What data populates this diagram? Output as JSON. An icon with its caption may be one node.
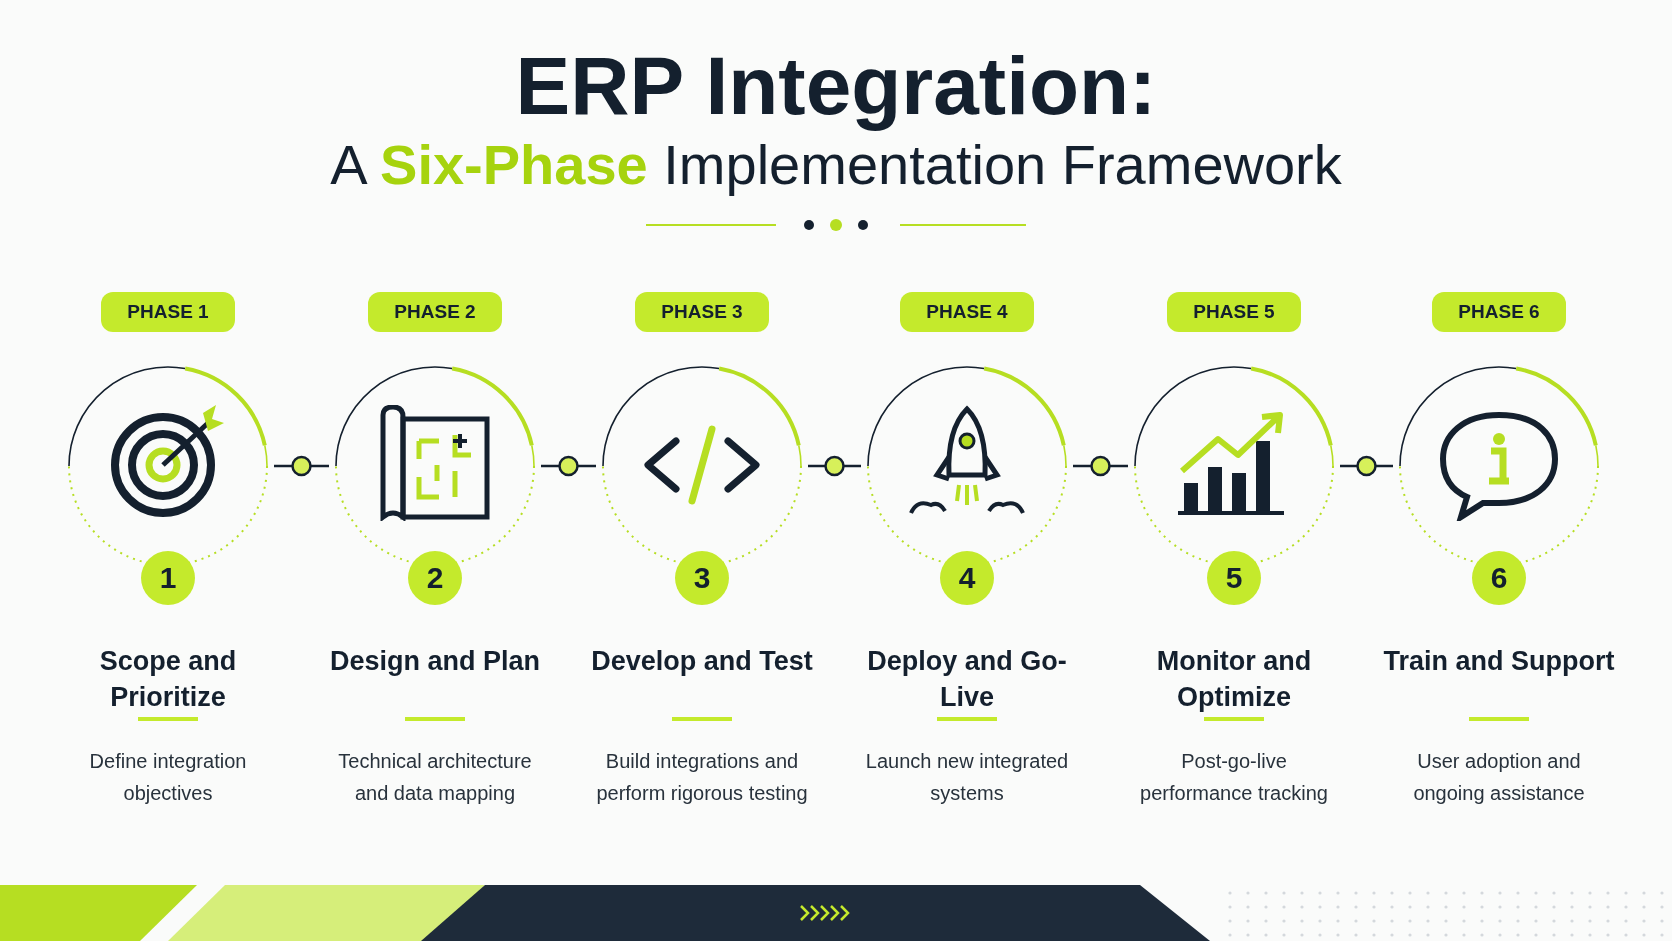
{
  "diagram": {
    "title": "ERP Integration:",
    "nodes": [
      {
        "text": [
          "PHASE 1"
        ]
      },
      {
        "text": [
          "1",
          "Scope and Prioritize",
          "Define integration objectives"
        ]
      },
      {
        "text": [
          "PHASE 2"
        ]
      },
      {
        "text": [
          "2",
          "Design and Plan",
          "Technical architecture and data mapping"
        ]
      },
      {
        "text": [
          "PHASE 3"
        ]
      },
      {
        "text": [
          "3",
          "Develop and Test",
          "Build integrations and perform rigorous testing"
        ]
      },
      {
        "text": [
          "PHASE 4"
        ]
      },
      {
        "text": [
          "4",
          "Deploy and Go-Live",
          "Launch new integrated systems"
        ]
      },
      {
        "text": [
          "PHASE 5"
        ]
      },
      {
        "text": [
          "5",
          "Monitor and Optimize",
          "Post-go-live performance tracking"
        ]
      },
      {
        "text": [
          "PHASE 6"
        ]
      },
      {
        "text": [
          "6",
          "Train and Support",
          "User adoption and ongoing assistance"
        ]
      }
    ],
    "edges": [
      {
        "from": 1,
        "to": 3,
        "arrow": "none"
      },
      {
        "from": 3,
        "to": 5,
        "arrow": "none"
      },
      {
        "from": 5,
        "to": 7,
        "arrow": "none"
      },
      {
        "from": 7,
        "to": 9,
        "arrow": "none"
      },
      {
        "from": 9,
        "to": 11,
        "arrow": "none"
      }
    ],
    "labels": [
      "A **Six-Phase** Implementation Framework"
    ]
  }
}
